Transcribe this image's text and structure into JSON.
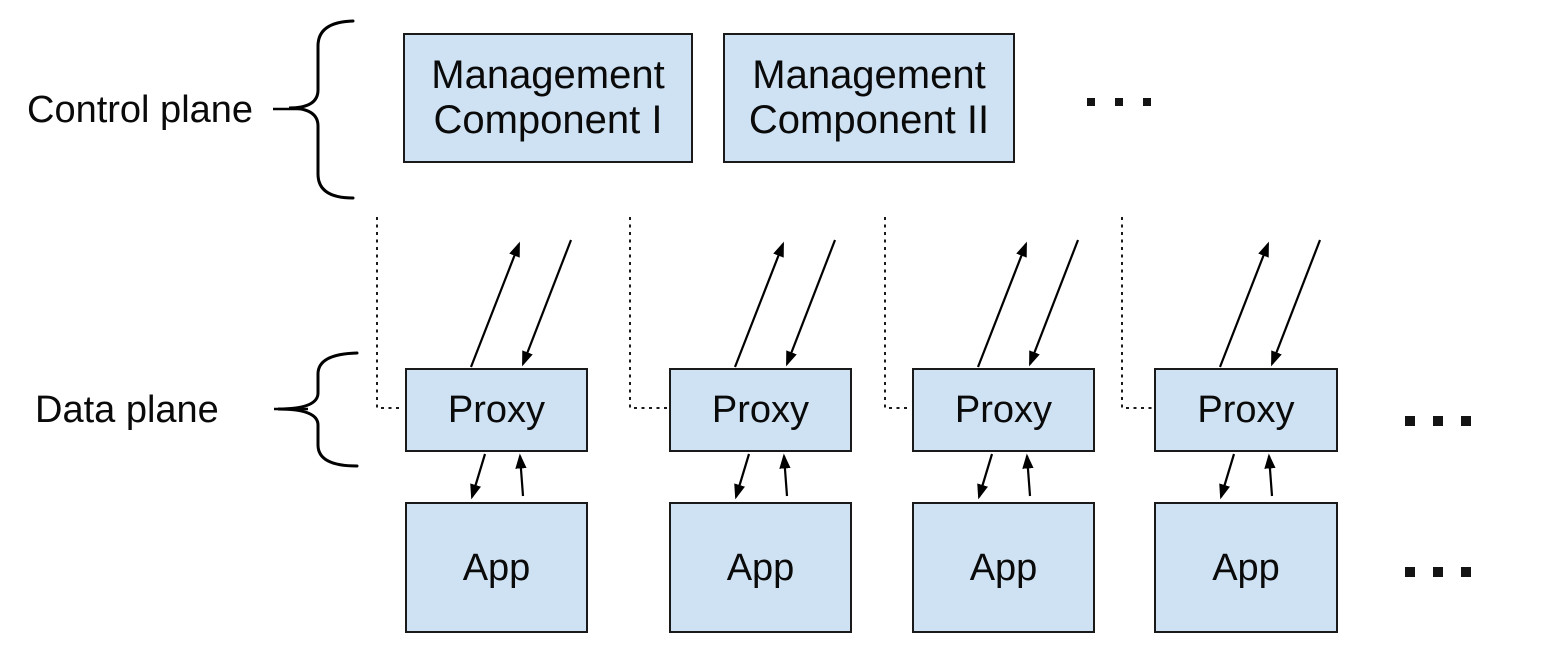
{
  "diagram": {
    "control_plane": {
      "label": "Control plane",
      "components": [
        "Management\nComponent I",
        "Management\nComponent II"
      ],
      "ellipsis": "..."
    },
    "data_plane": {
      "label": "Data plane",
      "columns": [
        {
          "proxy": "Proxy",
          "app": "App"
        },
        {
          "proxy": "Proxy",
          "app": "App"
        },
        {
          "proxy": "Proxy",
          "app": "App"
        },
        {
          "proxy": "Proxy",
          "app": "App"
        }
      ],
      "proxy_row_ellipsis": "...",
      "app_row_ellipsis": "..."
    },
    "colors": {
      "background": "#ffffff",
      "box_fill": "#cfe2f3",
      "box_border": "#1a1a1a",
      "line": "#000000"
    }
  }
}
